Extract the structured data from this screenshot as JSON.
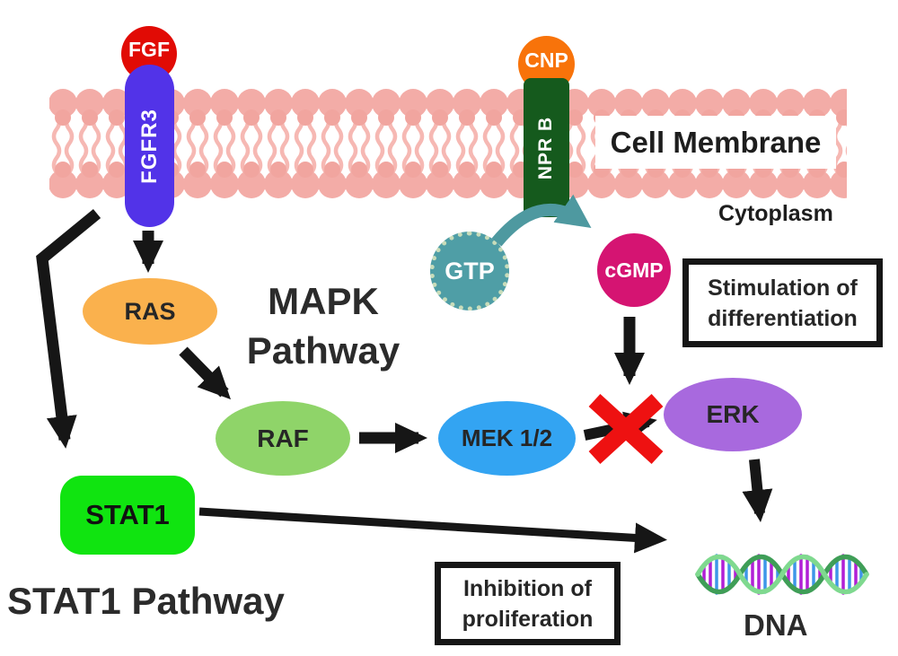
{
  "membrane": {
    "label": "Cell Membrane",
    "cytoplasm": "Cytoplasm",
    "head_color": "#f3aca7",
    "tail_color": "#f6b8b3"
  },
  "nodes": {
    "fgf": {
      "label": "FGF",
      "color": "#e10b05"
    },
    "fgfr3": {
      "label": "FGFR3",
      "color": "#5233e8"
    },
    "cnp": {
      "label": "CNP",
      "color": "#f8730a"
    },
    "nprb": {
      "label": "NPR B",
      "color": "#155a1d"
    },
    "gtp": {
      "label": "GTP",
      "color": "#4f9ea6"
    },
    "cgmp": {
      "label": "cGMP",
      "color": "#d51472"
    },
    "ras": {
      "label": "RAS",
      "color": "#fab14d"
    },
    "raf": {
      "label": "RAF",
      "color": "#8fd469"
    },
    "mek": {
      "label": "MEK 1/2",
      "color": "#33a4f2"
    },
    "erk": {
      "label": "ERK",
      "color": "#a869de"
    },
    "stat1": {
      "label": "STAT1",
      "color": "#10e410"
    }
  },
  "pathways": {
    "mapk": {
      "line1": "MAPK",
      "line2": "Pathway"
    },
    "stat1": {
      "label": "STAT1 Pathway"
    }
  },
  "annotations": {
    "stimulation": {
      "line1": "Stimulation of",
      "line2": "differentiation"
    },
    "inhibition": {
      "line1": "Inhibition of",
      "line2": "proliferation"
    }
  },
  "dna": {
    "label": "DNA"
  },
  "accents": {
    "arrow_color": "#161616",
    "block_x_color": "#ee1111",
    "gtp_arrow_color": "#4e99a0"
  }
}
